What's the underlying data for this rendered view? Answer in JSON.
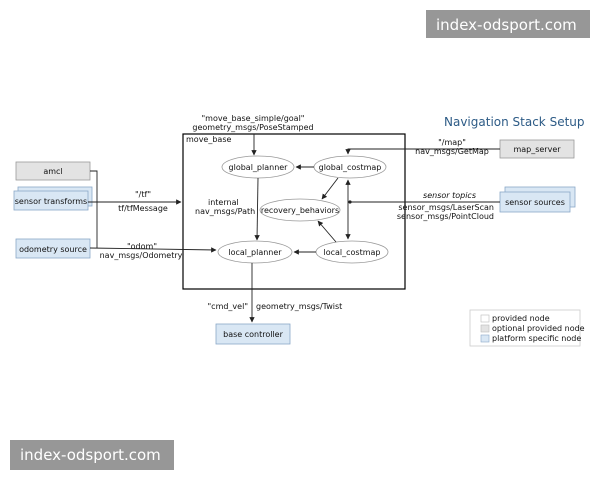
{
  "title": "Navigation Stack Setup",
  "container_label": "move_base",
  "nodes": {
    "global_planner": "global_planner",
    "global_costmap": "global_costmap",
    "recovery_behaviors": "recovery_behaviors",
    "local_planner": "local_planner",
    "local_costmap": "local_costmap",
    "amcl": "amcl",
    "sensor_transforms": "sensor transforms",
    "odometry_source": "odometry source",
    "map_server": "map_server",
    "sensor_sources": "sensor sources",
    "base_controller": "base controller"
  },
  "labels": {
    "goal_topic": "\"move_base_simple/goal\"",
    "goal_type": "geometry_msgs/PoseStamped",
    "tf_topic": "\"/tf\"",
    "tf_type": "tf/tfMessage",
    "odom_topic": "\"odom\"",
    "odom_type": "nav_msgs/Odometry",
    "map_topic": "\"/map\"",
    "map_type": "nav_msgs/GetMap",
    "internal": "internal",
    "internal_type": "nav_msgs/Path",
    "sensor_topics": "sensor topics",
    "laser_type": "sensor_msgs/LaserScan",
    "cloud_type": "sensor_msgs/PointCloud",
    "cmd_vel_topic": "\"cmd_vel\"",
    "cmd_vel_type": "geometry_msgs/Twist"
  },
  "legend": {
    "provided": "provided node",
    "optional": "optional provided node",
    "platform": "platform specific node"
  },
  "watermark": {
    "top": "index-odsport.com",
    "bottom": "index-odsport.com"
  },
  "colors": {
    "provided_fill": "#ffffff",
    "optional_fill": "#e3e3e3",
    "platform_fill": "#d9e7f4",
    "title": "#2d5b86",
    "watermark_bg": "#8f8f8f"
  }
}
